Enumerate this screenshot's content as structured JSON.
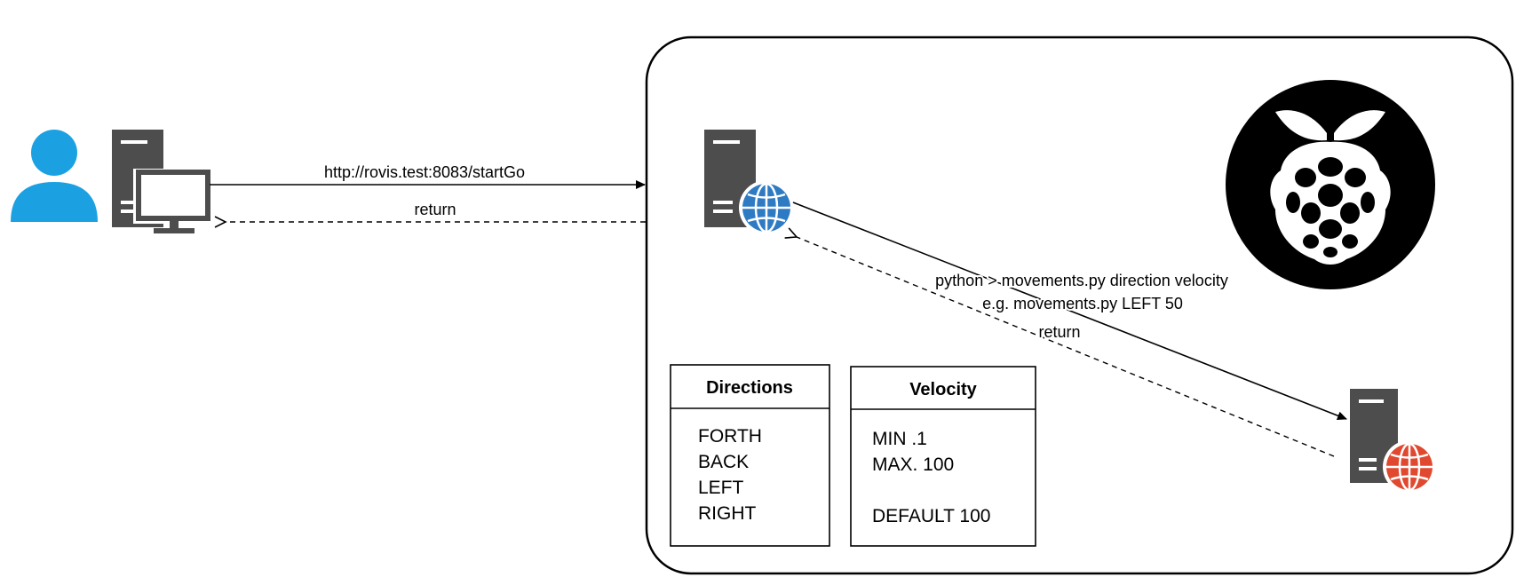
{
  "links": {
    "request_url": "http://rovis.test:8083/startGo",
    "request_return": "return",
    "command": "python > movements.py direction velocity",
    "command_example": "e.g. movements.py LEFT 50",
    "command_return": "return"
  },
  "directions_box": {
    "title": "Directions",
    "items": [
      "FORTH",
      "BACK",
      "LEFT",
      "RIGHT"
    ]
  },
  "velocity_box": {
    "title": "Velocity",
    "items": [
      "MIN .1",
      "MAX. 100",
      "",
      "DEFAULT 100"
    ]
  },
  "icons": {
    "user": "user-icon",
    "client_computer": "desktop-computer-icon",
    "web_server": "web-server-icon",
    "raspberry_pi": "raspberry-pi-logo",
    "motor_server": "motor-server-icon"
  },
  "colors": {
    "user_blue": "#1ba1e2",
    "globe_blue": "#2e7bc4",
    "globe_red": "#e0482f",
    "server_gray": "#4d4d4d"
  }
}
